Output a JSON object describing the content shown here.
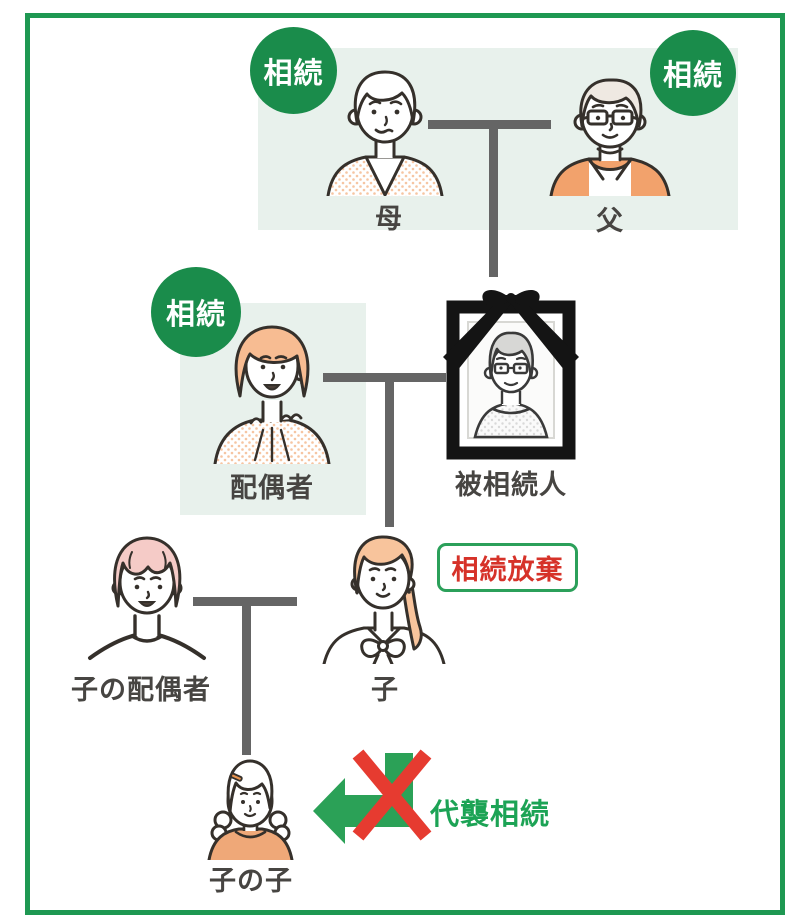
{
  "diagram": {
    "nodes": {
      "mother": {
        "label": "母",
        "badge": "相続"
      },
      "father": {
        "label": "父",
        "badge": "相続"
      },
      "spouse": {
        "label": "配偶者",
        "badge": "相続"
      },
      "deceased": {
        "label": "被相続人"
      },
      "child_spouse": {
        "label": "子の配偶者"
      },
      "child": {
        "label": "子",
        "status": "相続放棄"
      },
      "grandchild": {
        "label": "子の子"
      }
    },
    "annotations": {
      "substitute_inheritance": "代襲相続"
    },
    "colors": {
      "badge_green": "#1a8c4b",
      "panel_green": "#e8f1ec",
      "border_green": "#1e9852",
      "arrow_green": "#2ba157",
      "alert_red": "#e63b30",
      "renounce_text_red": "#d63229",
      "connector_gray": "#656565"
    }
  }
}
